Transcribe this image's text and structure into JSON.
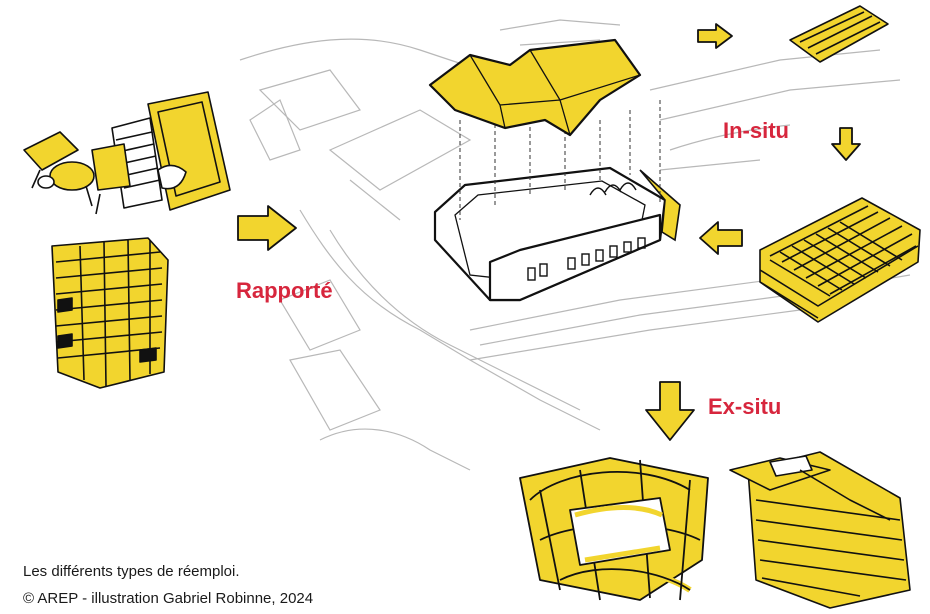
{
  "labels": {
    "rapporte": "Rapporté",
    "in_situ": "In-situ",
    "ex_situ": "Ex-situ"
  },
  "caption": {
    "line1": "Les différents types de réemploi.",
    "line2": "© AREP - illustration Gabriel Robinne, 2024"
  },
  "colors": {
    "accent_yellow": "#f2d52e",
    "label_red": "#d7263d",
    "ink": "#111111",
    "ghost_lines": "#b8b8b8"
  }
}
